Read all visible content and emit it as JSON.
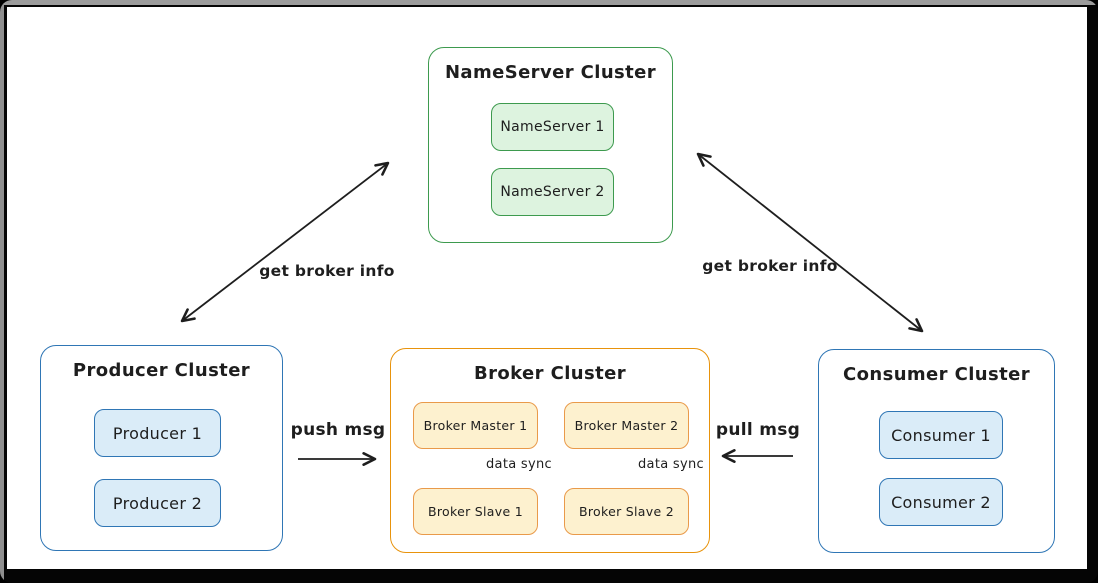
{
  "colors": {
    "text": "#1e1e1e",
    "green_border": "#3d9a4e",
    "green_fill": "#ddf3df",
    "blue_border": "#2f76b5",
    "blue_fill": "#daecf8",
    "orange_border": "#e8930c",
    "orange_node_border": "#e99a4a",
    "orange_fill": "#fdf1cf",
    "canvas_bg": "#ffffff",
    "frame_bg": "#050505",
    "arrow": "#1e1e1e"
  },
  "clusters": {
    "nameserver": {
      "title": "NameServer Cluster",
      "nodes": [
        "NameServer 1",
        "NameServer 2"
      ]
    },
    "producer": {
      "title": "Producer Cluster",
      "nodes": [
        "Producer 1",
        "Producer 2"
      ]
    },
    "broker": {
      "title": "Broker Cluster",
      "nodes": [
        "Broker Master 1",
        "Broker Master 2",
        "Broker Slave 1",
        "Broker Slave 2"
      ]
    },
    "consumer": {
      "title": "Consumer Cluster",
      "nodes": [
        "Consumer 1",
        "Consumer 2"
      ]
    }
  },
  "edges": {
    "producer_nameserver": "get broker info",
    "consumer_nameserver": "get broker info",
    "push": "push msg",
    "pull": "pull msg",
    "data_sync_left": "data sync",
    "data_sync_right": "data sync"
  }
}
